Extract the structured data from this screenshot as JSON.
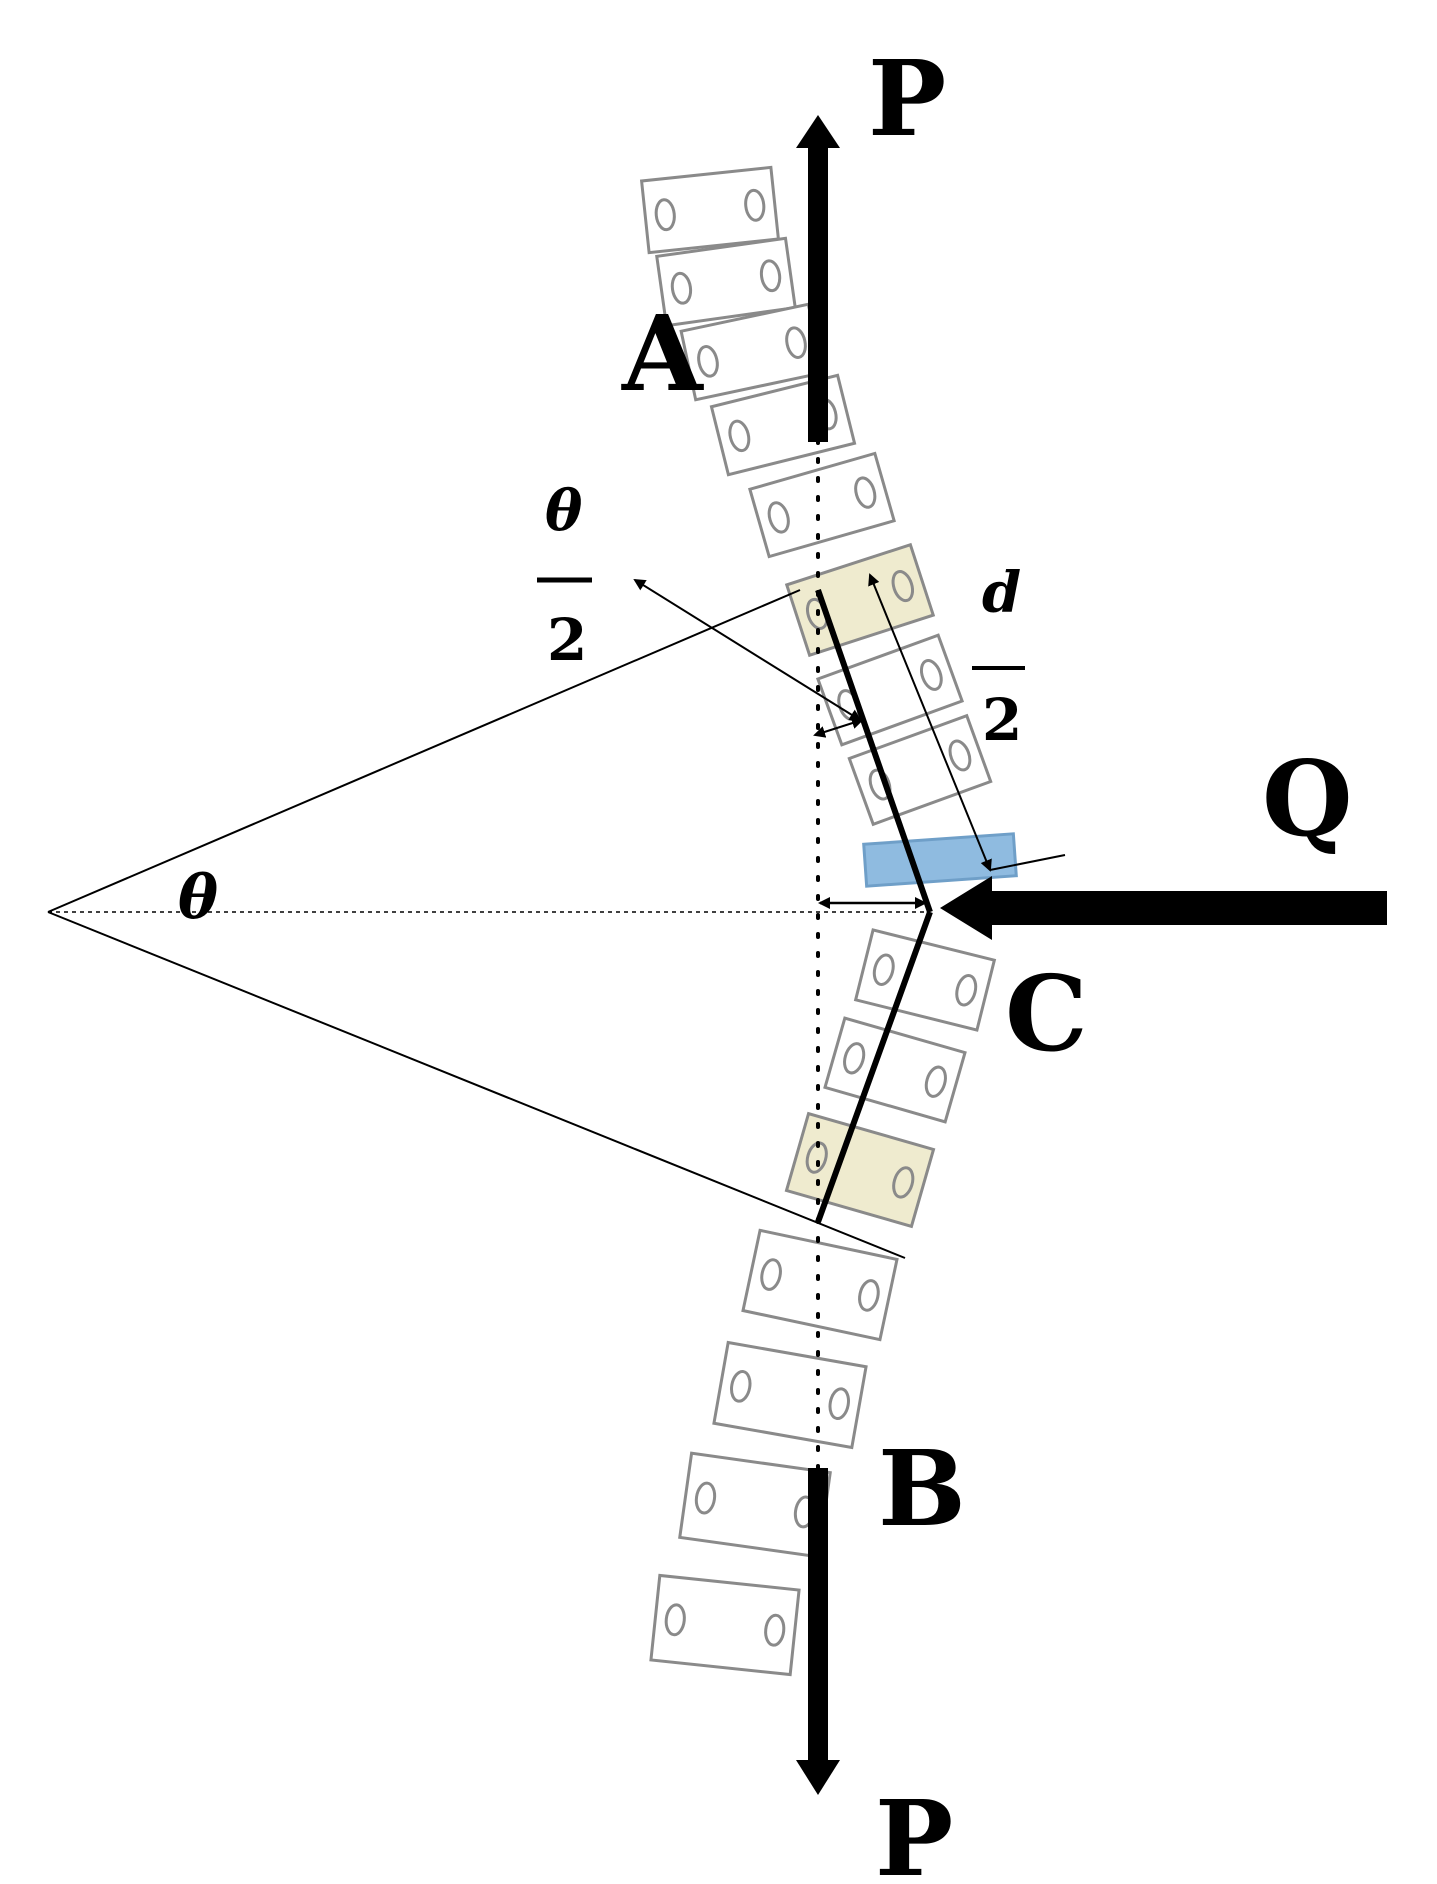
{
  "labels": {
    "P_top": "P",
    "P_bottom": "P",
    "A": "A",
    "B": "B",
    "C": "C",
    "Q": "Q",
    "theta": "θ"
  },
  "fractions": {
    "half_theta": {
      "numerator": "θ",
      "denominator": "2"
    },
    "half_d": {
      "numerator": "d",
      "denominator": "2"
    }
  },
  "colors": {
    "vertebra_outline": "#8a8a8a",
    "highlight_vertebra_fill": "#efebcf",
    "apex_disc_fill": "#8fbbe0",
    "arrows": "#000000"
  }
}
